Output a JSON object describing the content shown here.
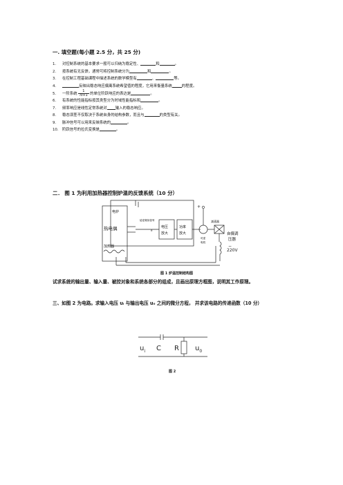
{
  "section1": {
    "heading": "一. 填空题(每小题 2.5 分，共 25 分)",
    "questions": [
      {
        "num": "1.",
        "pre": "对控制系统的基本要求一般可以归纳为稳定性、",
        "mid": "和",
        "post": "。"
      },
      {
        "num": "2.",
        "pre": "按系统有无反馈，通常可将控制系统分为",
        "mid": "和",
        "post": "。"
      },
      {
        "num": "3.",
        "pre": "在控制工程基础课程中描述系统的数学模型有",
        "mid": "、",
        "post": "等。"
      },
      {
        "num": "4.",
        "pre": "",
        "mid": "反映出稳态响应偏离系统希望值的程度，它用来衡量系统",
        "post": "的程度。"
      },
      {
        "num": "5.",
        "pre": "一阶系统",
        "frac_num": "1",
        "frac_den": "Ts+1",
        "mid": "的单位阶跃响应的表达是",
        "post": "。"
      },
      {
        "num": "6.",
        "pre": "有系统的性能指标按其类型分为时域性能指标和",
        "mid": "",
        "post": "。"
      },
      {
        "num": "7.",
        "pre": "频率响应是线性定常系统对",
        "mid": "输入的稳态响应。",
        "post": ""
      },
      {
        "num": "8.",
        "pre": "稳态误差不仅取决于系统自身的结构参数，而且与",
        "mid": "的类型有关。",
        "post": ""
      },
      {
        "num": "9.",
        "pre": "脉冲信号可以用来反映系统的",
        "mid": "",
        "post": "。"
      },
      {
        "num": "10.",
        "pre": "阶跃信号的拉氏变换是",
        "mid": "",
        "post": "。"
      }
    ]
  },
  "section2": {
    "heading": "二．  图 1 为利用加热器控制炉温的反馈系统（10 分）",
    "figure": {
      "furnace": "电炉",
      "thermocouple": "热电偶",
      "heater": "加热器",
      "setpoint": "给定毫伏信号",
      "e": "e",
      "voltage_amp_1": "电压",
      "voltage_amp_2": "放大",
      "power_amp_1": "功率",
      "power_amp_2": "放大",
      "reducer": "减速器",
      "motor_1": "可逆",
      "motor_2": "电机",
      "autotransformer_1": "自偶调",
      "autotransformer_2": "压器",
      "voltage": "220V",
      "plus": "+",
      "minus": "−",
      "caption": "图 1  炉温控制结构图"
    },
    "task": "试求系统的输出量、输入量、被控对象和系统各部分的组成，且画出原理方框图，说明其工作原理。"
  },
  "section3": {
    "heading": "三、如图 2 为电路。求输入电压 uᵢ 与输出电压 u₀ 之间的微分方程，  并求该电路的传递函数（10 分）",
    "circuit": {
      "ui": "u",
      "ui_sub": "i",
      "c": "C",
      "r": "R",
      "uo": "u",
      "uo_sub": "0"
    },
    "caption": "图 2"
  }
}
